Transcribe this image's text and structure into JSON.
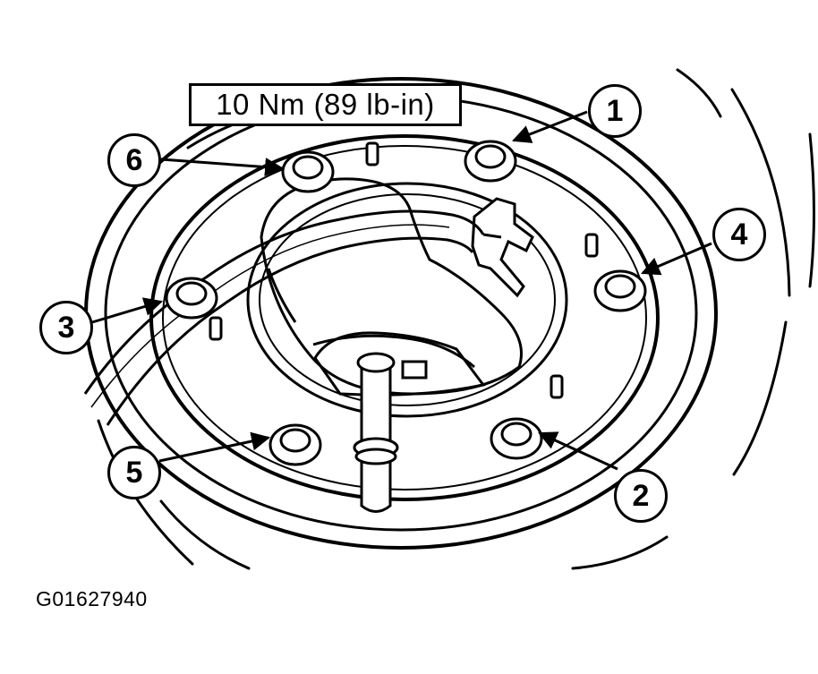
{
  "torque_spec": "10 Nm (89 lb-in)",
  "callouts": [
    "1",
    "2",
    "3",
    "4",
    "5",
    "6"
  ],
  "figure_id": "G01627940",
  "colors": {
    "ink": "#000000",
    "paper": "#ffffff"
  }
}
